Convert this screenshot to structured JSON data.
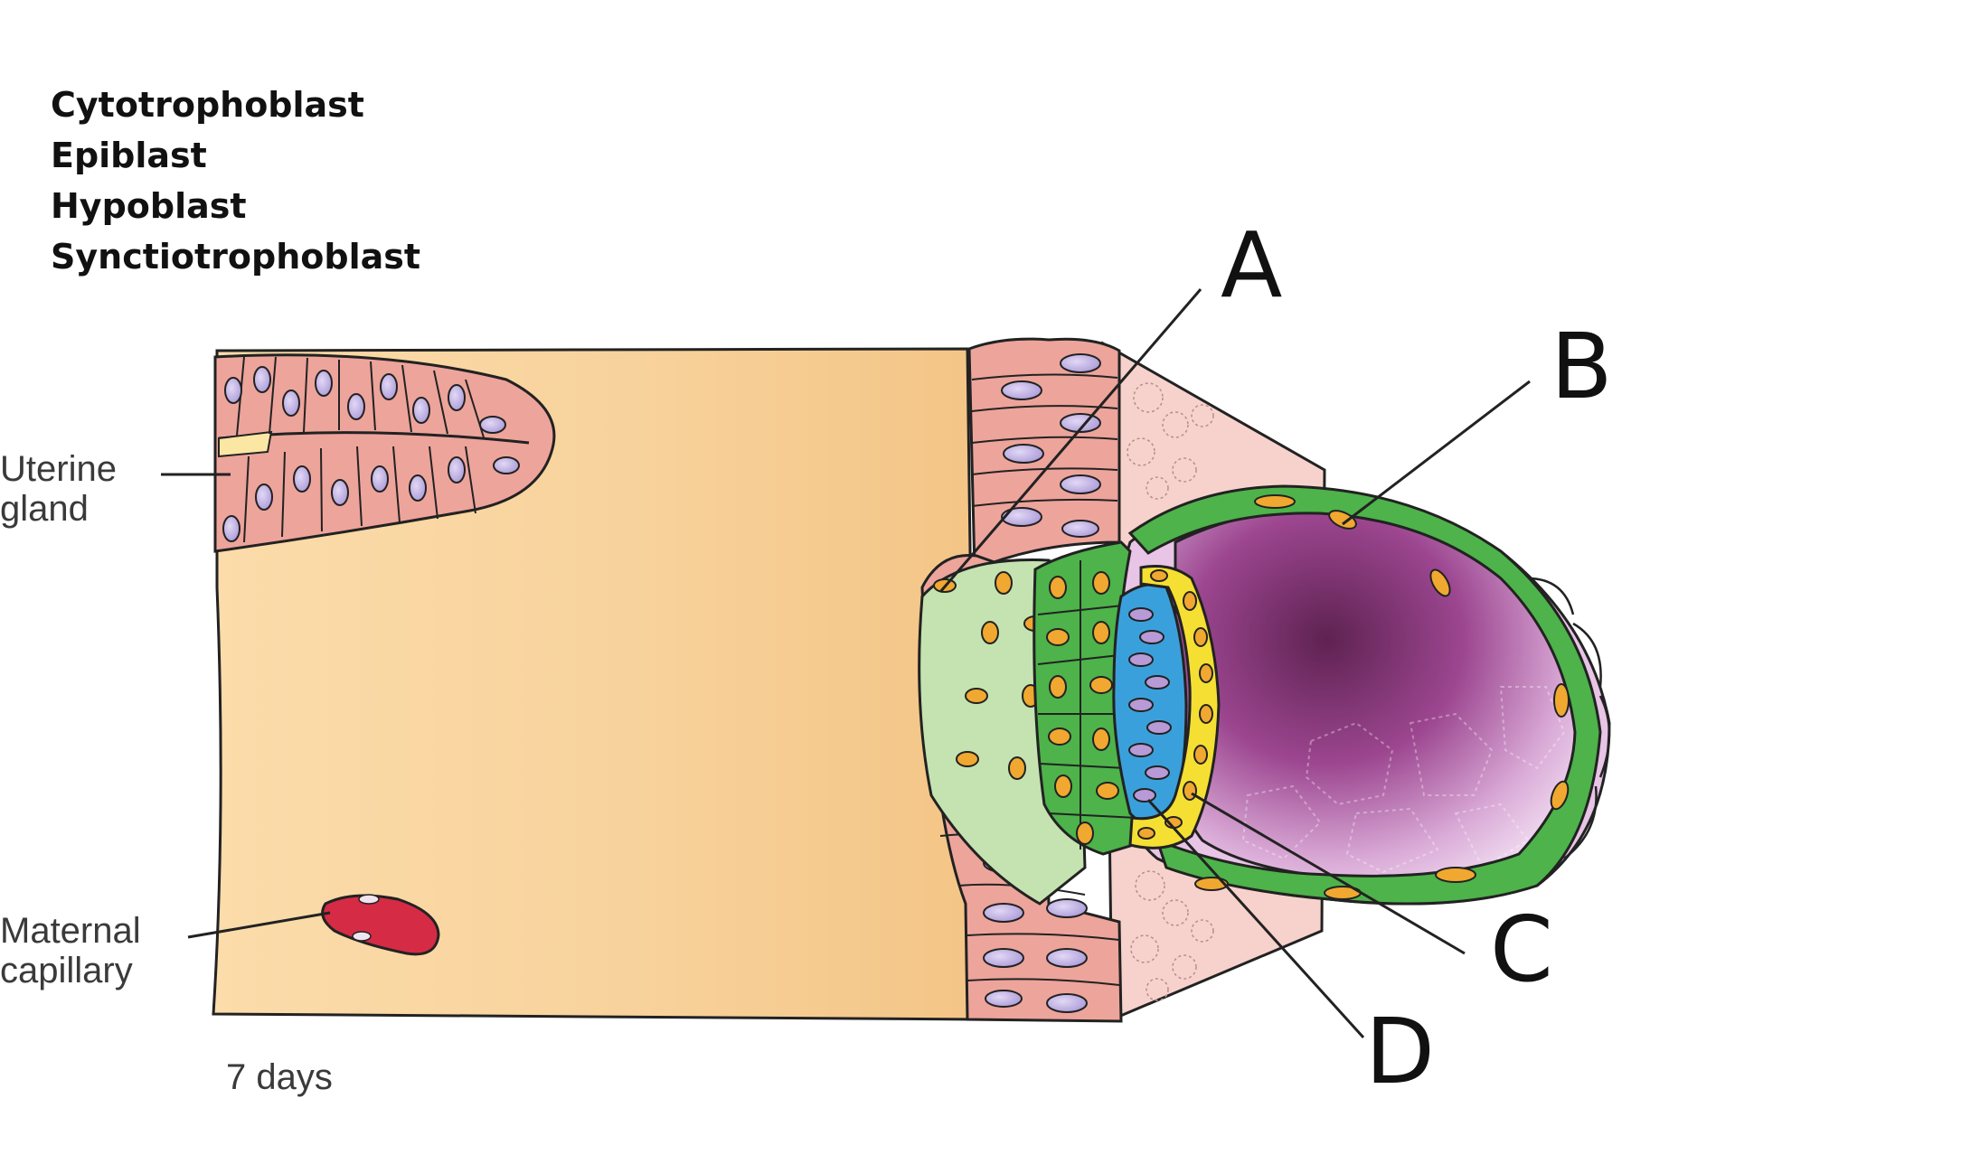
{
  "word_bank": [
    "Cytotrophoblast",
    "Epiblast",
    "Hypoblast",
    "Synctiotrophoblast"
  ],
  "labels": {
    "uterine_gland": [
      "Uterine",
      "gland"
    ],
    "maternal_capillary": [
      "Maternal",
      "capillary"
    ],
    "age": "7 days"
  },
  "markers": [
    "A",
    "B",
    "C",
    "D"
  ],
  "colors": {
    "stroma": "#f8cf95",
    "epithelium": "#eda49b",
    "nucleus": "#c2b3e3",
    "syncytiotrophoblast": "#c4e3b0",
    "cytotrophoblast": "#4db34a",
    "trophoblast_nucleus": "#f0a830",
    "epiblast": "#3aa0dc",
    "hypoblast": "#f5df32",
    "cavity": "#a04b92",
    "capillary": "#d62b45"
  }
}
